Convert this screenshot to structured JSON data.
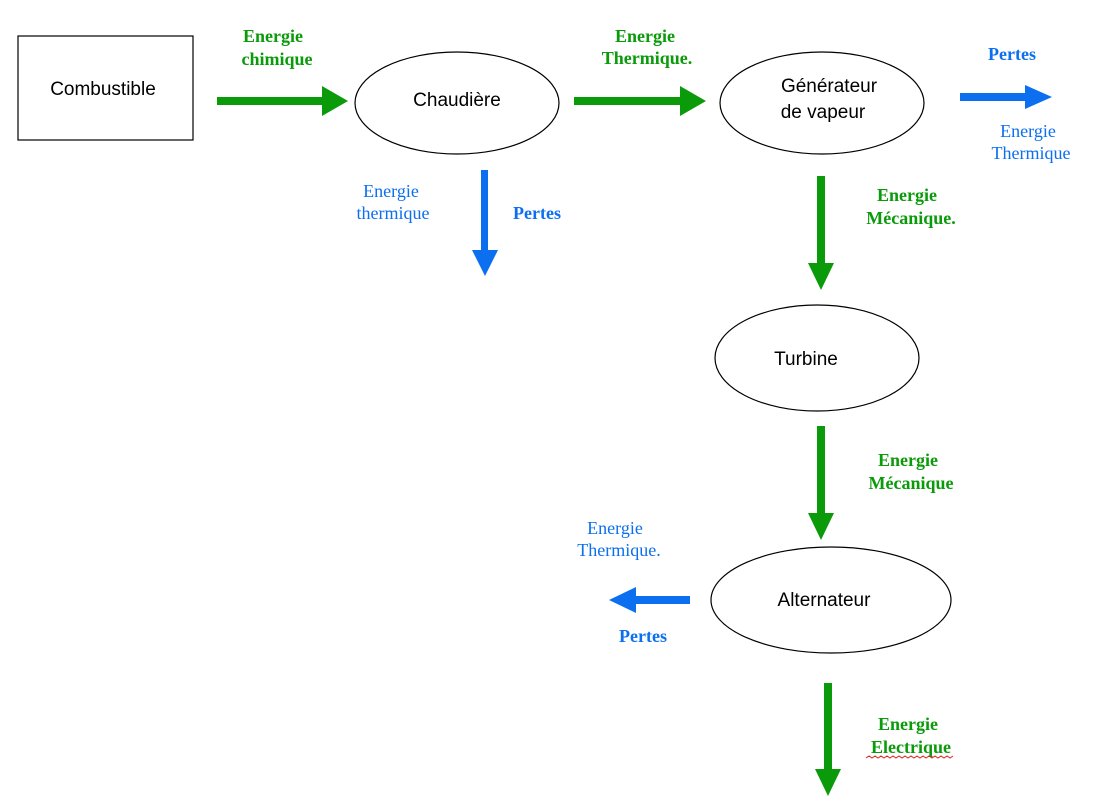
{
  "colors": {
    "useful_flow": "#0a9a0a",
    "loss_flow": "#0b6ff0",
    "node_stroke": "#000000"
  },
  "nodes": {
    "combustible": "Combustible",
    "chaudiere": "Chaudière",
    "generateur_line1": "Générateur",
    "generateur_line2": "de vapeur",
    "turbine": "Turbine",
    "alternateur": "Alternateur"
  },
  "flows": {
    "combustible_to_chaudiere": {
      "line1": "Energie",
      "line2": "chimique"
    },
    "chaudiere_to_generateur": {
      "line1": "Energie",
      "line2": "Thermique."
    },
    "generateur_to_turbine": {
      "line1": "Energie",
      "line2": "Mécanique."
    },
    "turbine_to_alternateur": {
      "line1": "Energie",
      "line2": "Mécanique"
    },
    "alternateur_output": {
      "line1": "Energie",
      "line2": "Electrique"
    }
  },
  "losses": {
    "chaudiere": {
      "type_line1": "Energie",
      "type_line2": "thermique",
      "label": "Pertes"
    },
    "generateur": {
      "type_line1": "Energie",
      "type_line2": "Thermique",
      "label": "Pertes"
    },
    "alternateur": {
      "type_line1": "Energie",
      "type_line2": "Thermique.",
      "label": "Pertes"
    }
  }
}
